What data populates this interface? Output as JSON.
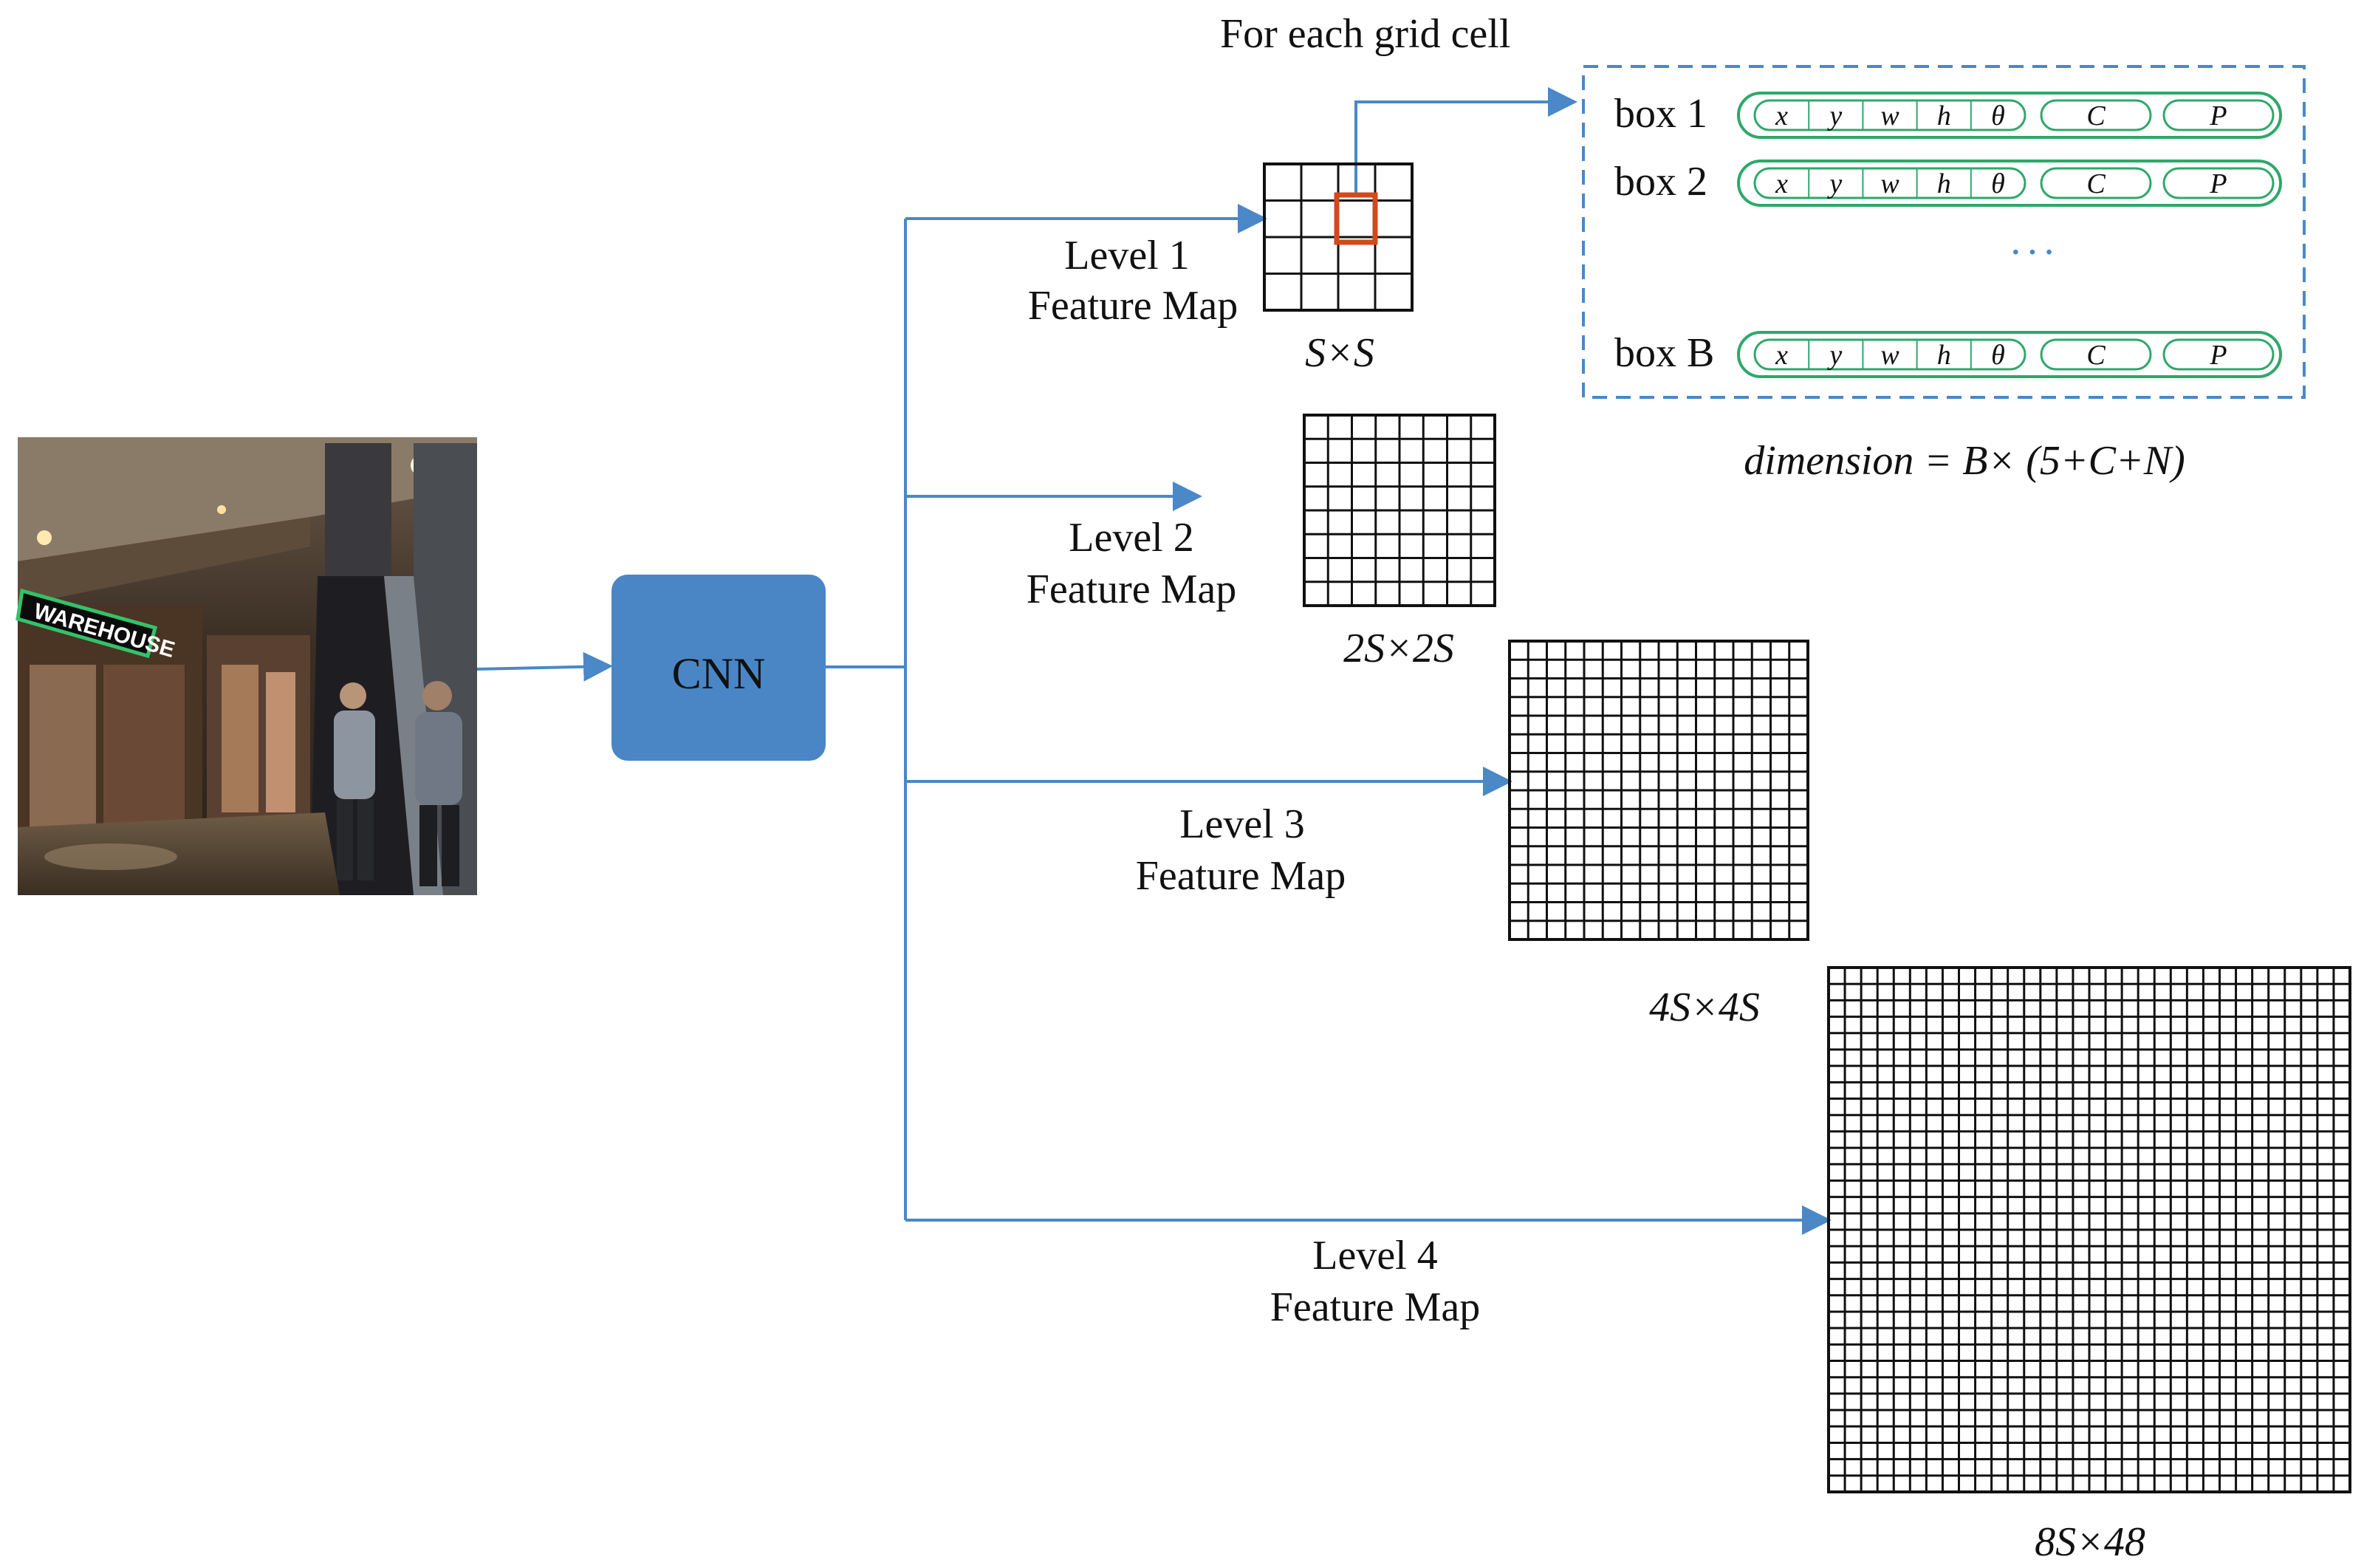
{
  "header": {
    "text": "For each grid cell"
  },
  "input_image": {
    "sign_text": "WAREHOUSE"
  },
  "cnn": {
    "label": "CNN"
  },
  "levels": [
    {
      "line1": "Level 1",
      "line2": "Feature Map",
      "grid_n": 4,
      "size": "S×S"
    },
    {
      "line1": "Level 2",
      "line2": "Feature Map",
      "grid_n": 8,
      "size": "2S×2S"
    },
    {
      "line1": "Level 3",
      "line2": "Feature Map",
      "grid_n": 16,
      "size": "4S×4S"
    },
    {
      "line1": "Level 4",
      "line2": "Feature Map",
      "grid_n": 32,
      "size": "8S×48"
    }
  ],
  "boxes": [
    {
      "label": "box 1"
    },
    {
      "label": "box 2"
    },
    {
      "label": "box B"
    }
  ],
  "box_fields": [
    "x",
    "y",
    "w",
    "h",
    "θ"
  ],
  "box_extra": [
    "C",
    "P"
  ],
  "ellipsis": "···",
  "dimension": "dimension = B× (5+C+N)",
  "colors": {
    "arrow": "#4a88c7",
    "cnn_fill": "#4a86c5",
    "field_border": "#2ea86a",
    "highlight_cell": "#d04a1c",
    "dashed_border": "#4a88c7",
    "grid": "#111111"
  }
}
